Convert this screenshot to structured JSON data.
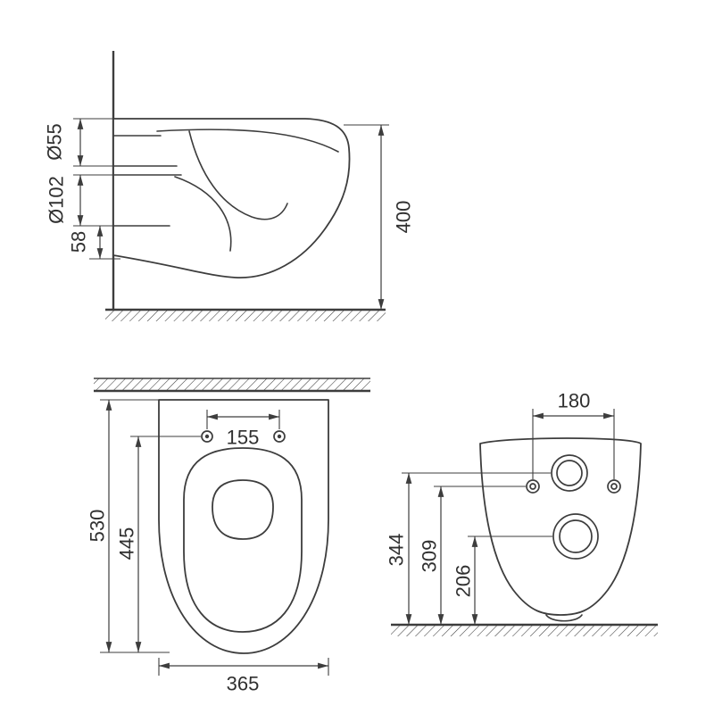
{
  "drawing": {
    "views": {
      "side": {
        "dims": {
          "inlet_diameter": "Ø55",
          "outlet_diameter": "Ø102",
          "outlet_offset": "58",
          "overall_height": "400"
        }
      },
      "plan": {
        "dims": {
          "bolt_spacing": "155",
          "overall_depth": "530",
          "bolt_to_front": "445",
          "overall_width": "365"
        }
      },
      "rear": {
        "dims": {
          "bolt_spacing": "180",
          "inlet_height": "344",
          "bolt_height": "309",
          "outlet_height": "206"
        }
      }
    },
    "colors": {
      "line": "#3d3d3d",
      "background": "#ffffff"
    }
  }
}
